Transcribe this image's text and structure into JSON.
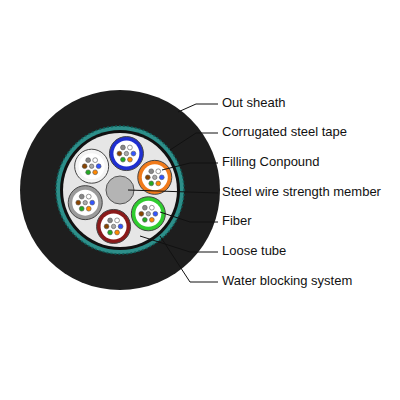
{
  "diagram": {
    "labels": [
      "Out sheath",
      "Corrugated steel tape",
      "Filling Conpound",
      "Steel wire strength member",
      "Fiber",
      "Loose tube",
      "Water blocking system"
    ]
  }
}
